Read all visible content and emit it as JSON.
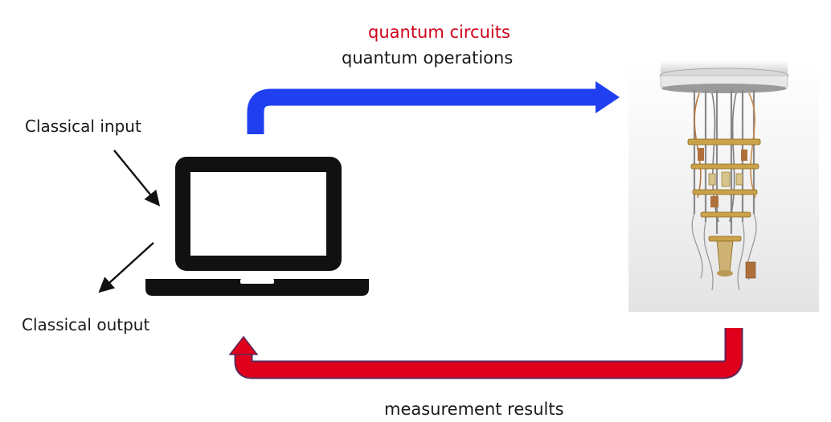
{
  "labels": {
    "top_primary": "quantum circuits",
    "top_secondary": "quantum operations",
    "classical_input": "Classical input",
    "classical_output": "Classical output",
    "bottom": "measurement results"
  },
  "icons": {
    "laptop": "laptop-icon",
    "quantum_computer": "dilution-refrigerator-chandelier"
  },
  "colors": {
    "top_primary_text": "#d0021b",
    "outgoing_arrow": "#1f3ff0",
    "return_arrow": "#e0001b",
    "laptop": "#111111",
    "brass": "#c9a24a"
  }
}
